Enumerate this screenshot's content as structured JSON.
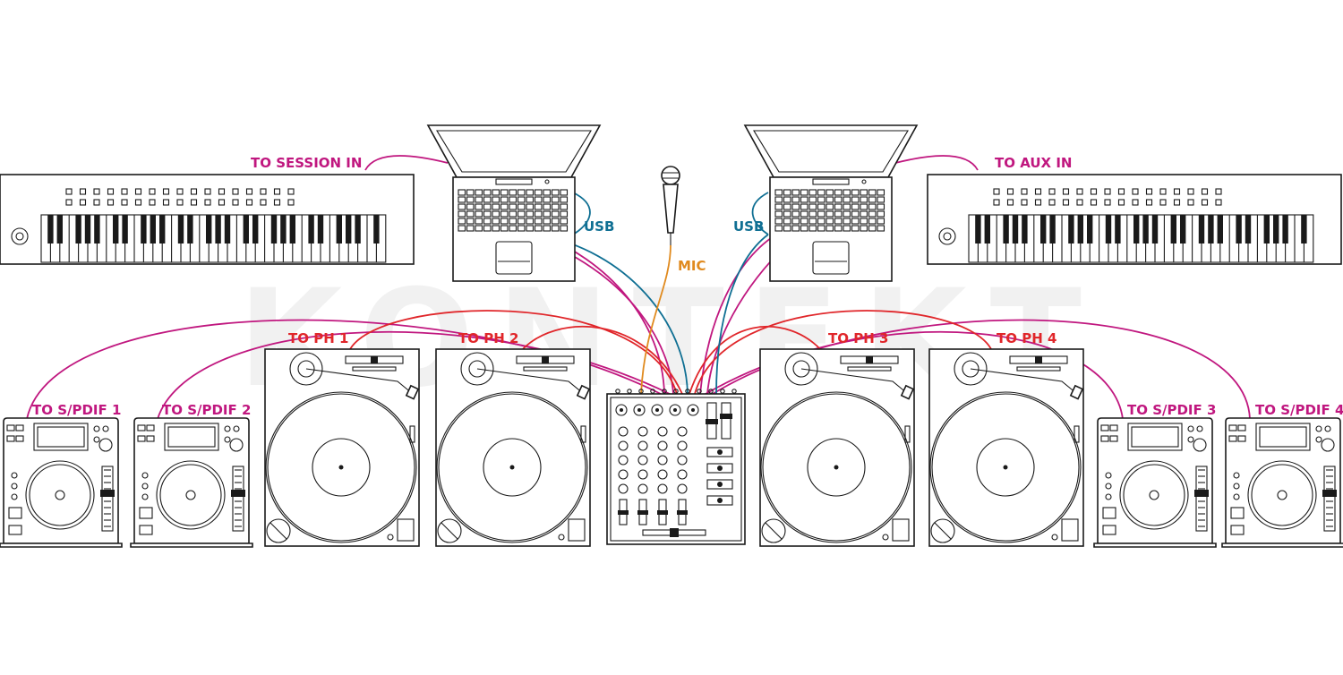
{
  "colors": {
    "magenta": "#c0177f",
    "red": "#e0262a",
    "blue": "#0f6f93",
    "orange": "#e08a1e",
    "outline": "#1a1a1a",
    "watermark": "#f1f1f1"
  },
  "watermark": "KONTEKT",
  "labels": {
    "session_in": "TO SESSION IN",
    "aux_in": "TO AUX IN",
    "usb_left": "USB",
    "usb_right": "USB",
    "mic": "MIC",
    "ph1": "TO PH 1",
    "ph2": "TO PH 2",
    "ph3": "TO PH 3",
    "ph4": "TO PH 4",
    "spdif1": "TO S/PDIF 1",
    "spdif2": "TO S/PDIF 2",
    "spdif3": "TO S/PDIF 3",
    "spdif4": "TO S/PDIF 4"
  },
  "icons": {
    "keyboard": "midi-keyboard-icon",
    "laptop": "laptop-icon",
    "microphone": "microphone-icon",
    "turntable": "turntable-icon",
    "cd_player": "cd-player-icon",
    "mixer": "dj-mixer-icon"
  }
}
